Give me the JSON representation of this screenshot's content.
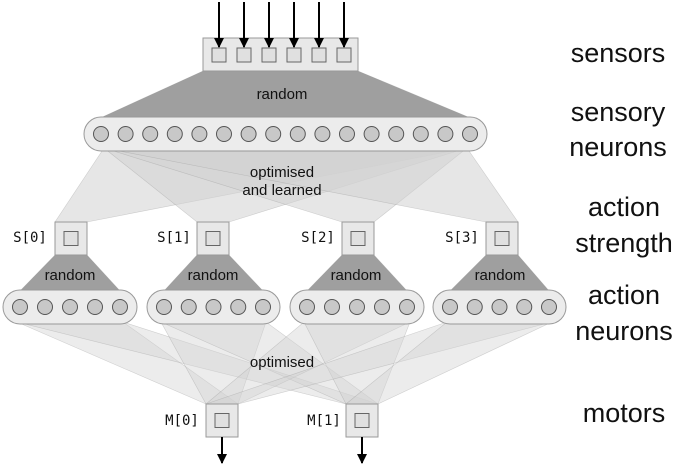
{
  "side_labels": {
    "sensors": "sensors",
    "sensory_1": "sensory",
    "sensory_2": "neurons",
    "action_strength_1": "action",
    "action_strength_2": "strength",
    "action_neurons_1": "action",
    "action_neurons_2": "neurons",
    "motors": "motors"
  },
  "connections": {
    "top_random": "random",
    "optimised_learned_1": "optimised",
    "optimised_learned_2": "and learned",
    "bottom_optimised": "optimised",
    "action_random": [
      "random",
      "random",
      "random",
      "random"
    ]
  },
  "strength_labels": [
    "S[0]",
    "S[1]",
    "S[2]",
    "S[3]"
  ],
  "motor_labels": [
    "M[0]",
    "M[1]"
  ],
  "counts": {
    "sensors": 6,
    "sensory_neurons": 16,
    "action_neurons_per_group": 5
  },
  "colors": {
    "box_fill": "#e8e8e8",
    "box_stroke": "#999999",
    "neuron_fill": "#c8c8c8",
    "random_fan": "#9a9a9a",
    "light_fan": "#d2d2d2",
    "arrow": "#000000"
  }
}
